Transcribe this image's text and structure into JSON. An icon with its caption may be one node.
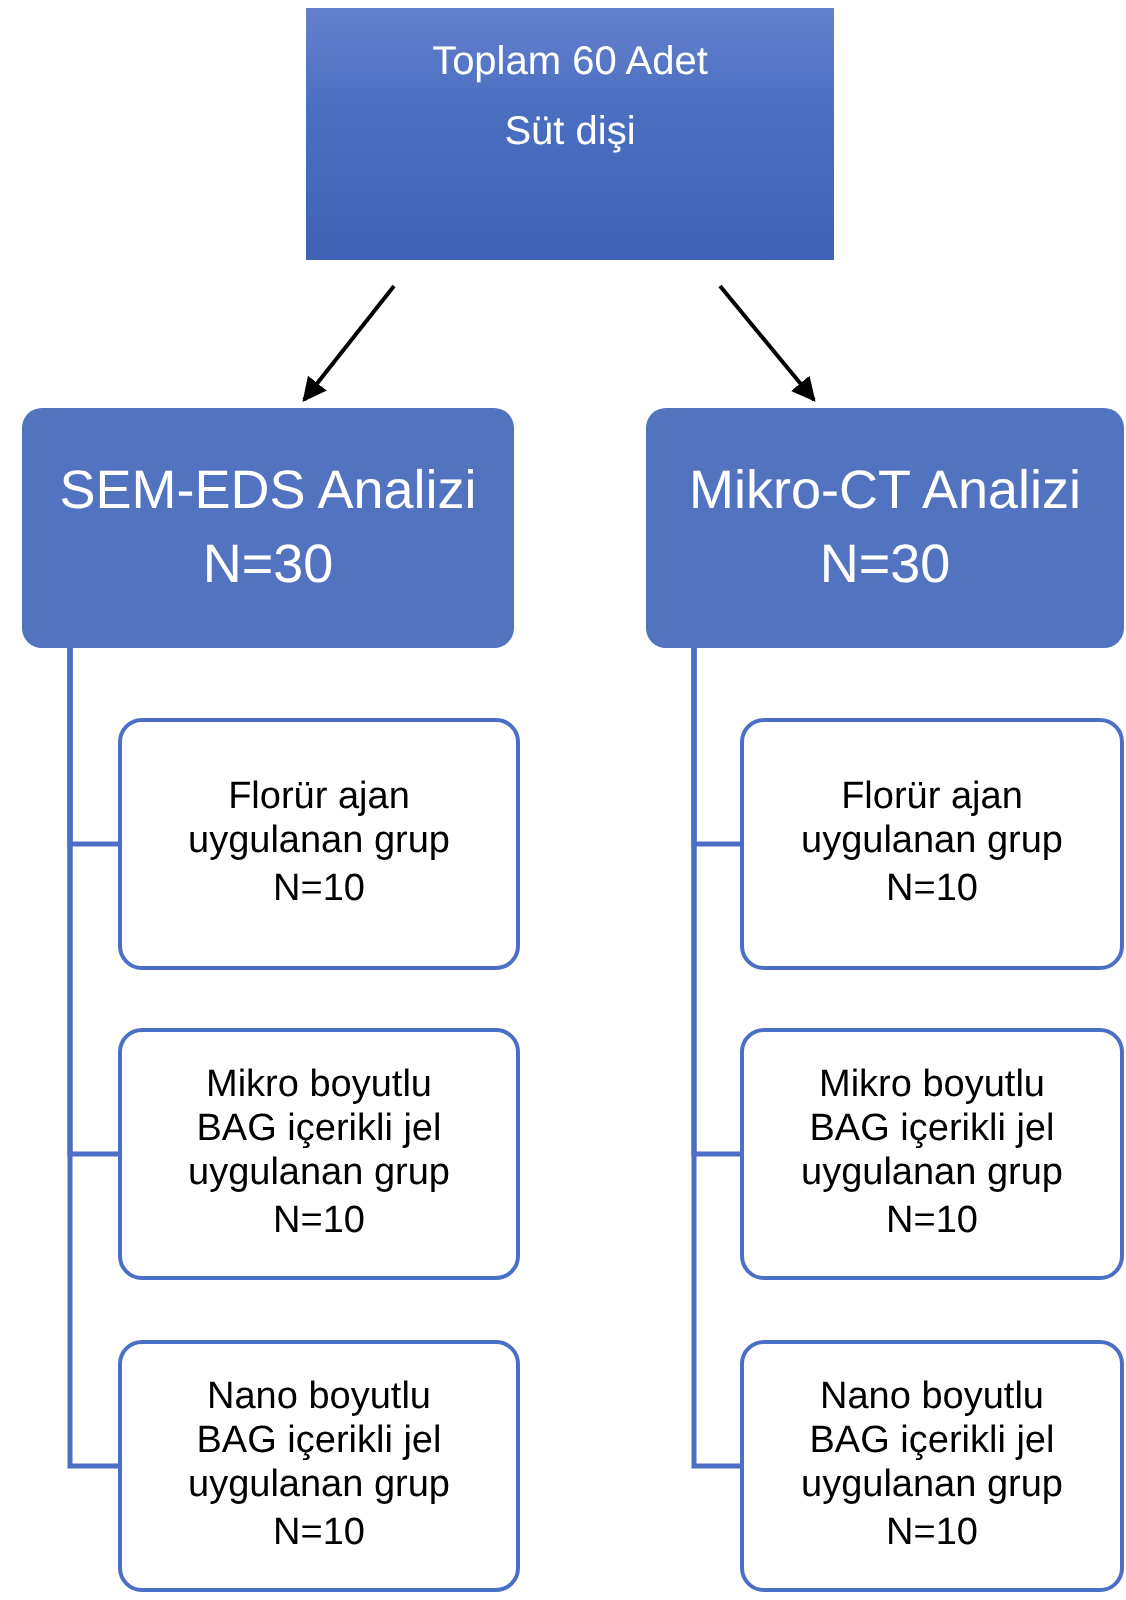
{
  "diagram": {
    "nodes": [
      {
        "text": [
          "Toplam 60 Adet",
          "Süt dişi"
        ]
      },
      {
        "text": [
          "SEM-EDS Analizi",
          "N=30"
        ]
      },
      {
        "text": [
          "Mikro-CT Analizi",
          "N=30"
        ]
      },
      {
        "text": [
          "Florür ajan uygulanan grup",
          "N=10"
        ]
      },
      {
        "text": [
          "Mikro boyutlu BAG içerikli jel uygulanan grup",
          "N=10"
        ]
      },
      {
        "text": [
          "Nano boyutlu BAG içerikli jel uygulanan grup",
          "N=10"
        ]
      },
      {
        "text": [
          "Florür ajan uygulanan grup",
          "N=10"
        ]
      },
      {
        "text": [
          "Mikro boyutlu BAG içerikli jel uygulanan grup",
          "N=10"
        ]
      },
      {
        "text": [
          "Nano boyutlu BAG içerikli jel uygulanan grup",
          "N=10"
        ]
      }
    ],
    "edges": [
      {
        "from": 0,
        "to": 1,
        "arrow": "to",
        "color": "#000000"
      },
      {
        "from": 0,
        "to": 2,
        "arrow": "to",
        "color": "#000000"
      },
      {
        "from": 1,
        "to": 3,
        "arrow": "none"
      },
      {
        "from": 1,
        "to": 4,
        "arrow": "none"
      },
      {
        "from": 1,
        "to": 5,
        "arrow": "none"
      },
      {
        "from": 2,
        "to": 6,
        "arrow": "none"
      },
      {
        "from": 2,
        "to": 7,
        "arrow": "none"
      },
      {
        "from": 2,
        "to": 8,
        "arrow": "none"
      }
    ]
  }
}
